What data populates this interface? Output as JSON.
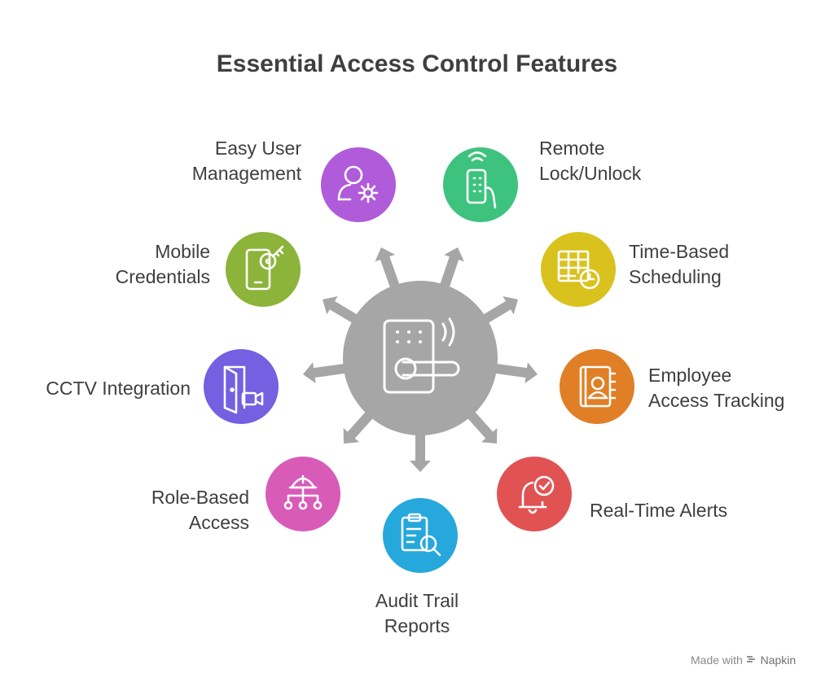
{
  "title": "Essential Access Control Features",
  "hub": {
    "icon": "smart-door-lock-icon",
    "color": "#a6a6a6"
  },
  "features": [
    {
      "id": "easy-user-management",
      "lines": [
        "Easy User",
        "Management"
      ],
      "color": "#b05bd9",
      "icon": "user-gear-icon"
    },
    {
      "id": "remote-lock-unlock",
      "lines": [
        "Remote",
        "Lock/Unlock"
      ],
      "color": "#3ec37f",
      "icon": "remote-control-icon"
    },
    {
      "id": "mobile-credentials",
      "lines": [
        "Mobile",
        "Credentials"
      ],
      "color": "#8cb43a",
      "icon": "phone-key-icon"
    },
    {
      "id": "time-based-scheduling",
      "lines": [
        "Time-Based",
        "Scheduling"
      ],
      "color": "#d9c21e",
      "icon": "calendar-clock-icon"
    },
    {
      "id": "cctv-integration",
      "lines": [
        "CCTV Integration"
      ],
      "color": "#7460e0",
      "icon": "door-camera-icon"
    },
    {
      "id": "employee-access-tracking",
      "lines": [
        "Employee",
        "Access Tracking"
      ],
      "color": "#e07f25",
      "icon": "contact-book-icon"
    },
    {
      "id": "role-based-access",
      "lines": [
        "Role-Based",
        "Access"
      ],
      "color": "#d85bb8",
      "icon": "helmet-hierarchy-icon"
    },
    {
      "id": "real-time-alerts",
      "lines": [
        "Real-Time Alerts"
      ],
      "color": "#e15353",
      "icon": "bell-check-icon"
    },
    {
      "id": "audit-trail-reports",
      "lines": [
        "Audit Trail",
        "Reports"
      ],
      "color": "#26a8dc",
      "icon": "clipboard-search-icon"
    }
  ],
  "footer": {
    "made_with": "Made with",
    "brand": "Napkin"
  }
}
